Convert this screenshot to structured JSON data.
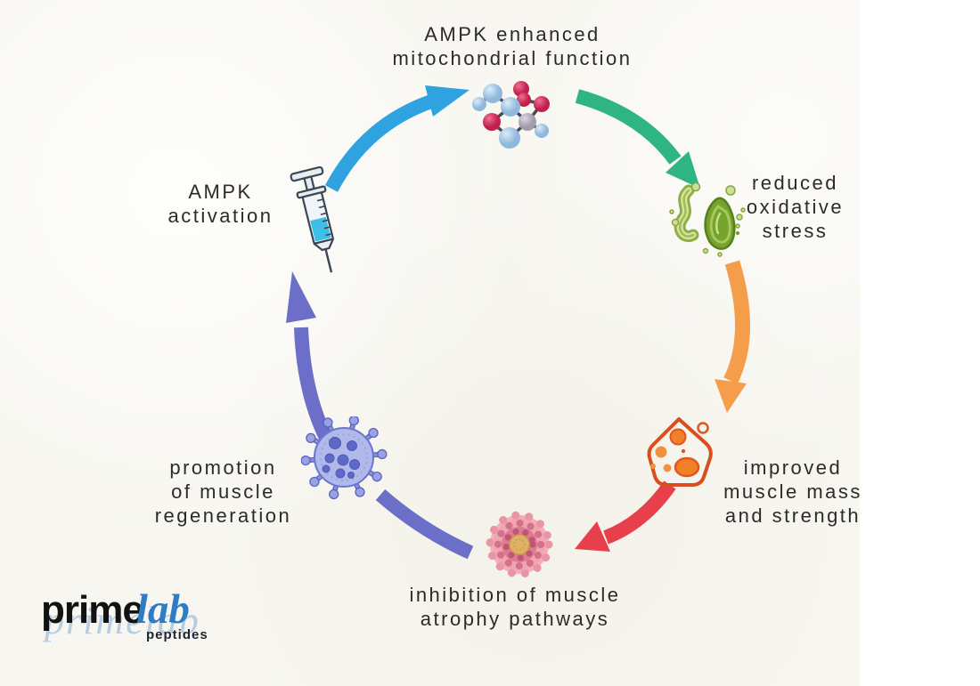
{
  "title": "AMPK benefits cycle diagram",
  "cycle": {
    "steps": [
      {
        "id": "mitochondrial-function",
        "label": "AMPK enhanced\nmitochondrial function",
        "icon": "molecule-icon"
      },
      {
        "id": "oxidative-stress",
        "label": "reduced\noxidative\nstress",
        "icon": "mitochondria-icon"
      },
      {
        "id": "muscle-mass",
        "label": "improved\nmuscle mass\nand strength",
        "icon": "fat-cell-icon"
      },
      {
        "id": "atrophy-pathways",
        "label": "inhibition of muscle\natrophy pathways",
        "icon": "muscle-cell-icon"
      },
      {
        "id": "muscle-regeneration",
        "label": "promotion\nof muscle\nregeneration",
        "icon": "stem-cell-icon"
      },
      {
        "id": "ampk-activation",
        "label": "AMPK\nactivation",
        "icon": "syringe-icon"
      }
    ],
    "arrow_colors": {
      "blue": "#2fa3e0",
      "green": "#2eb583",
      "orange": "#f49e4c",
      "red": "#e8404a",
      "purple": "#6b6fc7"
    }
  },
  "logo": {
    "prime": "prime",
    "lab": "lab",
    "peptides": "peptides",
    "watermark": "primelab"
  }
}
